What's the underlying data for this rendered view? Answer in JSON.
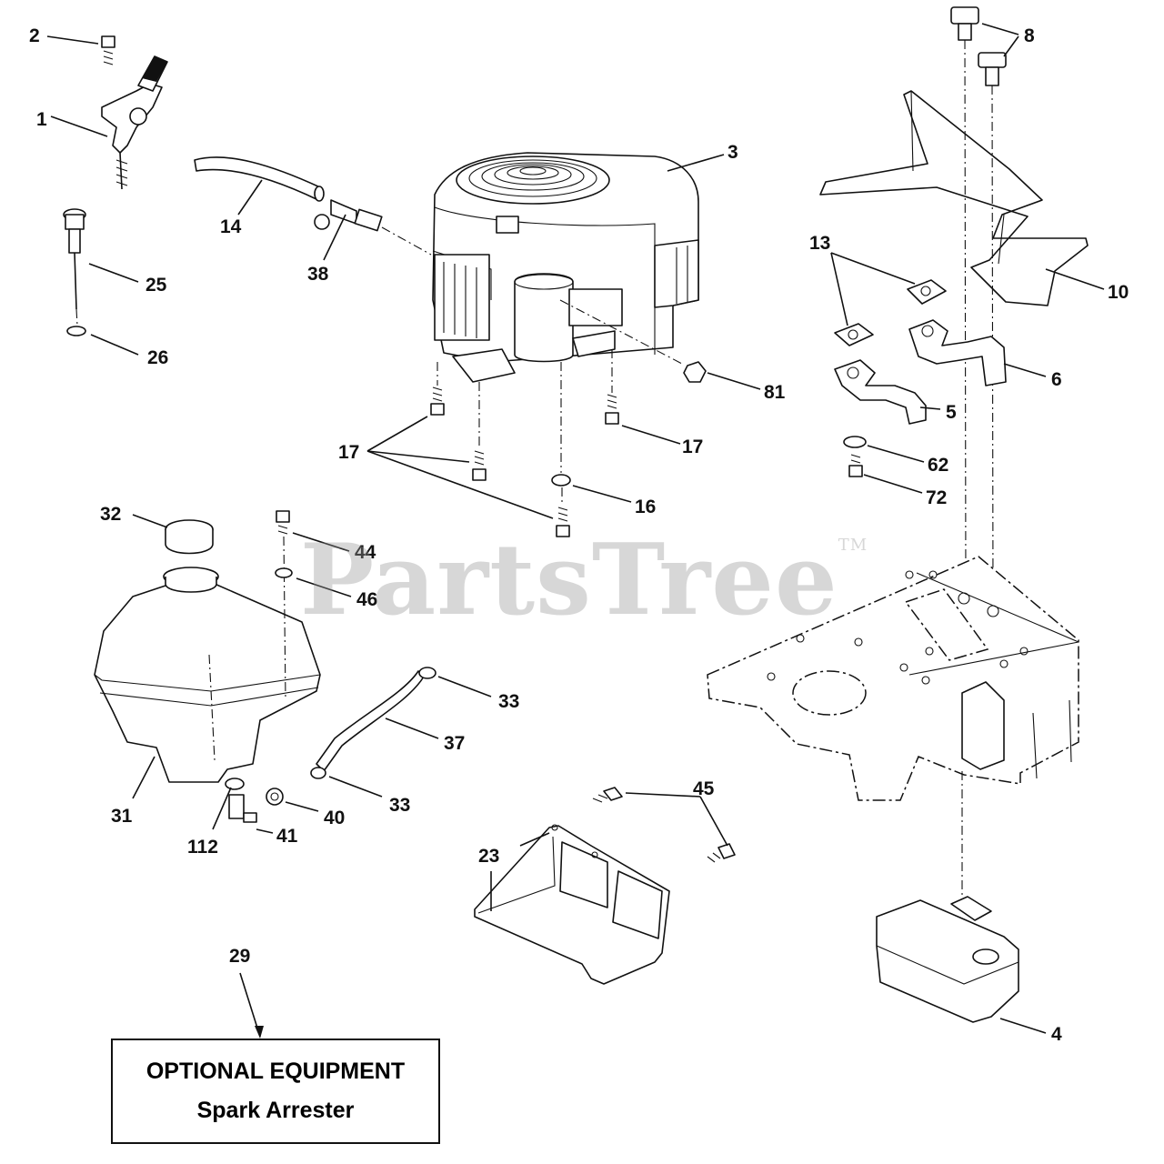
{
  "watermark": {
    "text": "PartsTree",
    "trademark": "TM"
  },
  "optional_equipment": {
    "title": "OPTIONAL EQUIPMENT",
    "item": "Spark Arrester"
  },
  "callouts": {
    "c1": "1",
    "c2": "2",
    "c3": "3",
    "c4": "4",
    "c5": "5",
    "c6": "6",
    "c8": "8",
    "c10": "10",
    "c13": "13",
    "c14": "14",
    "c16": "16",
    "c17a": "17",
    "c17b": "17",
    "c23": "23",
    "c25": "25",
    "c26": "26",
    "c29": "29",
    "c31": "31",
    "c32": "32",
    "c33a": "33",
    "c33b": "33",
    "c37": "37",
    "c38": "38",
    "c40": "40",
    "c41": "41",
    "c44": "44",
    "c45": "45",
    "c46": "46",
    "c62": "62",
    "c72": "72",
    "c81": "81",
    "c112": "112"
  }
}
